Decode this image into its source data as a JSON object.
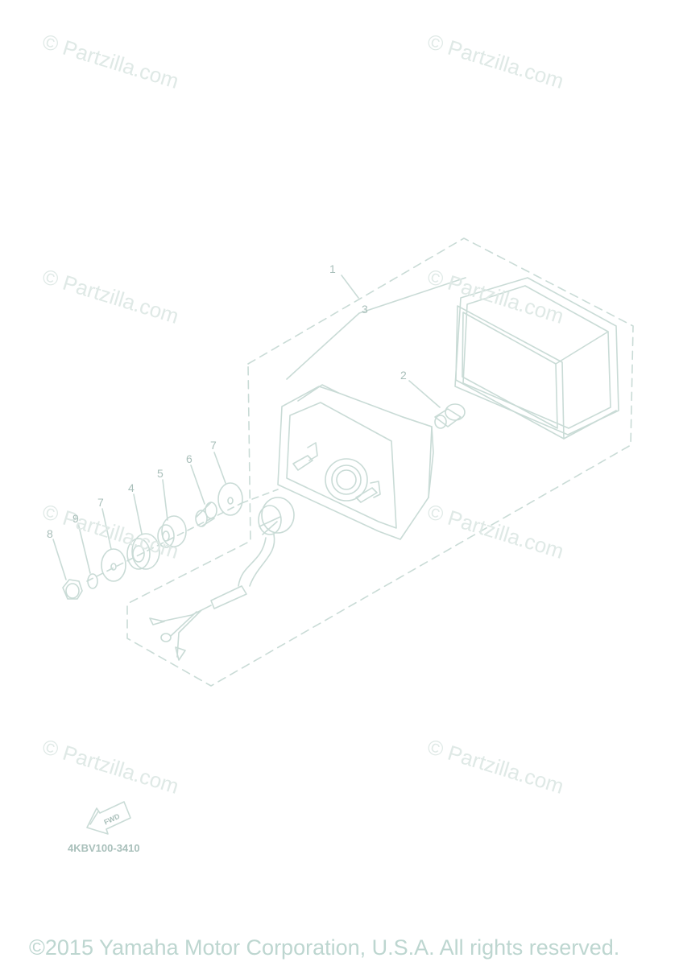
{
  "watermark_text": "© Partzilla.com",
  "callouts": {
    "c1": "1",
    "c2": "2",
    "c3": "3",
    "c4": "4",
    "c5": "5",
    "c6": "6",
    "c7a": "7",
    "c7b": "7",
    "c8": "8",
    "c9": "9"
  },
  "fwd_label": "FWD",
  "diagram_code": "4KBV100-3410",
  "copyright": "©2015 Yamaha Motor Corporation, U.S.A. All rights reserved.",
  "colors": {
    "line": "#c9dbd6",
    "text": "#a9bfba",
    "watermark": "#dfe9e6"
  }
}
